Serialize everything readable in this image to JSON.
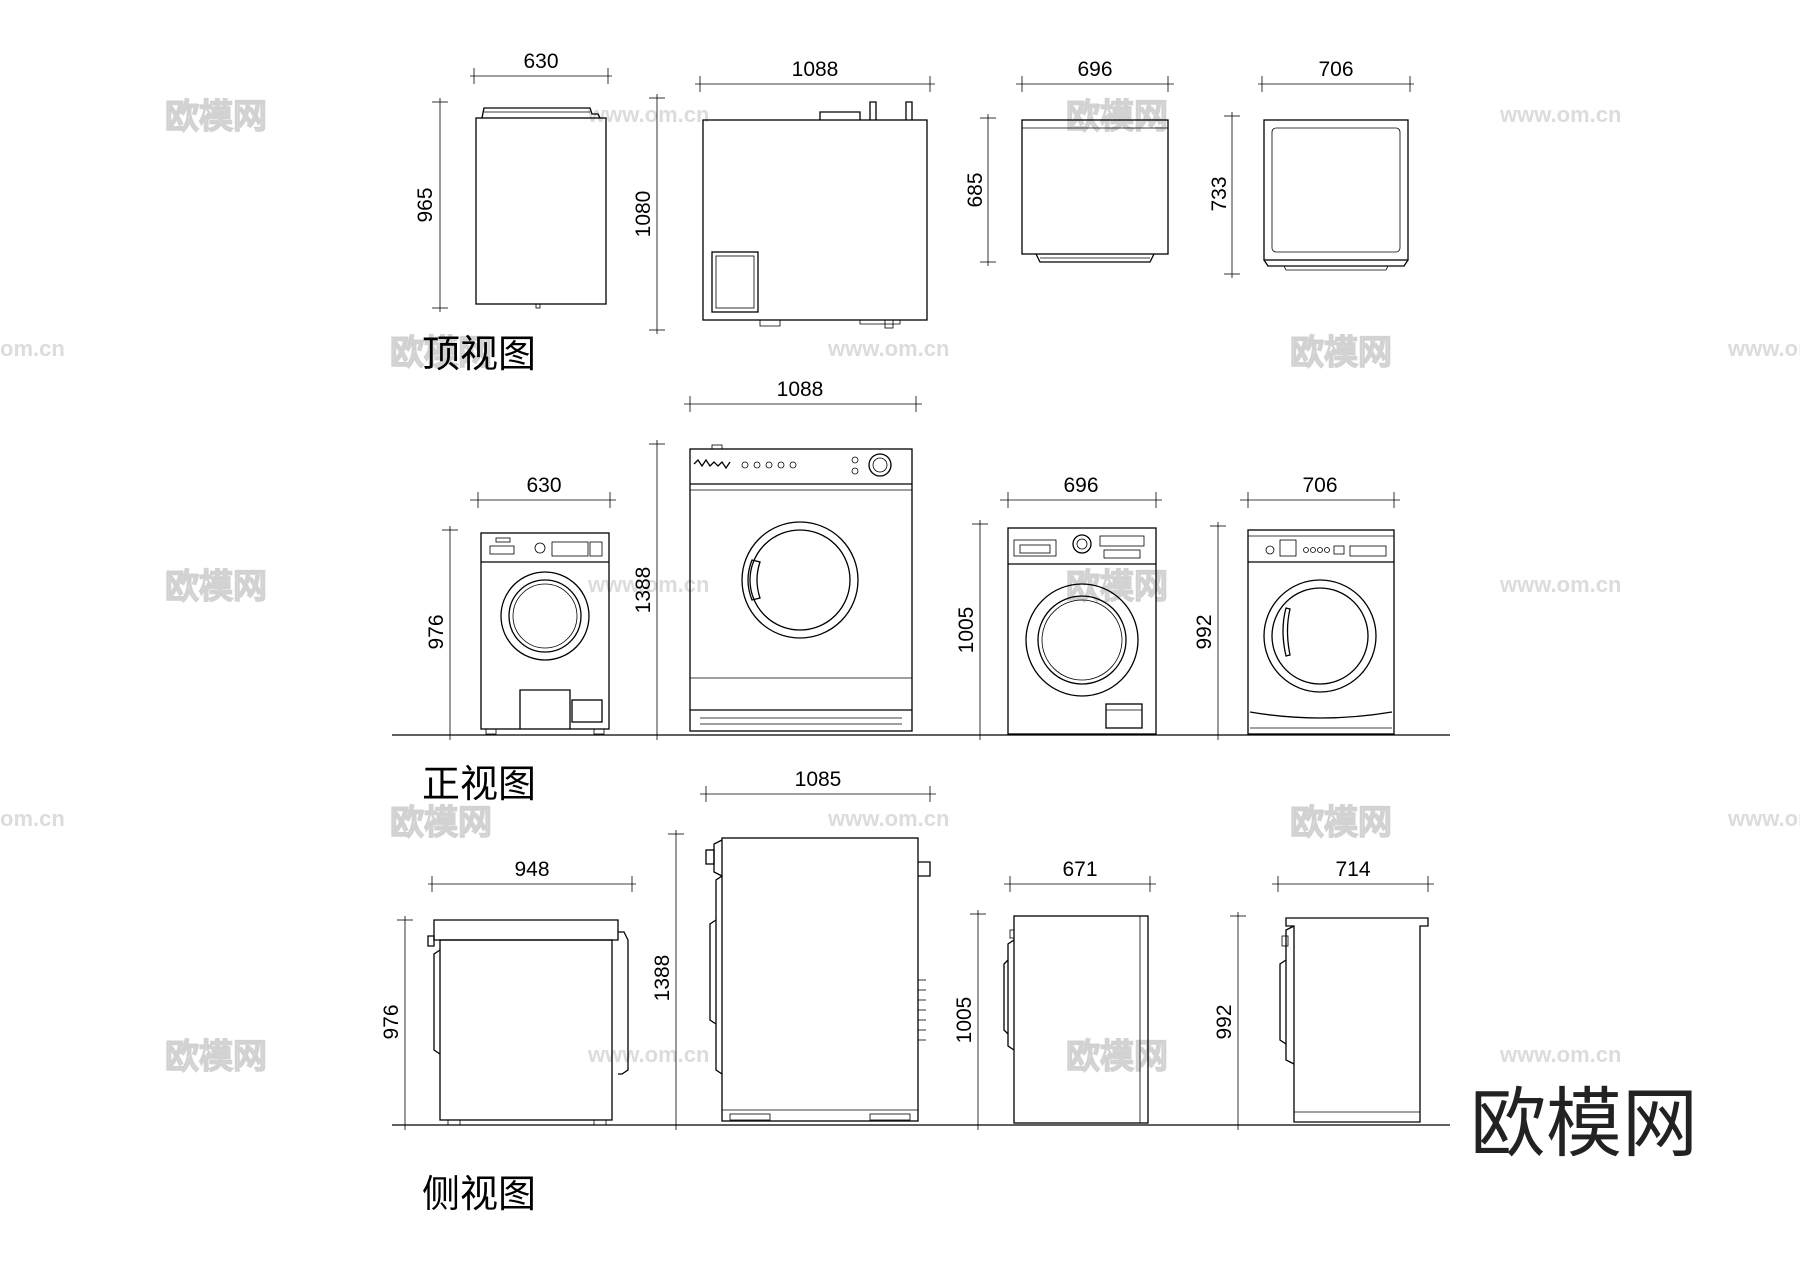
{
  "view_titles": {
    "top": "顶视图",
    "front": "正视图",
    "side": "侧视图"
  },
  "top_view": {
    "d1": {
      "width": "630",
      "depth": "965"
    },
    "d2": {
      "width": "1088",
      "depth": "1080"
    },
    "d3": {
      "width": "696",
      "depth": "685"
    },
    "d4": {
      "width": "706",
      "depth": "733"
    }
  },
  "front_view": {
    "d1": {
      "width": "630",
      "height": "976"
    },
    "d2": {
      "width": "1088",
      "height": "1388"
    },
    "d3": {
      "width": "696",
      "height": "1005"
    },
    "d4": {
      "width": "706",
      "height": "992"
    }
  },
  "side_view": {
    "d1": {
      "depth": "948",
      "height": "976"
    },
    "d2": {
      "depth": "1085",
      "height": "1388"
    },
    "d3": {
      "depth": "671",
      "height": "1005"
    },
    "d4": {
      "depth": "714",
      "height": "992"
    }
  },
  "watermark": {
    "brand": "欧模网",
    "url": "www.om.cn",
    "url_partial": "om.cn"
  },
  "colors": {
    "line": "#000000",
    "watermark": "#d2d2d2",
    "background": "#ffffff"
  }
}
